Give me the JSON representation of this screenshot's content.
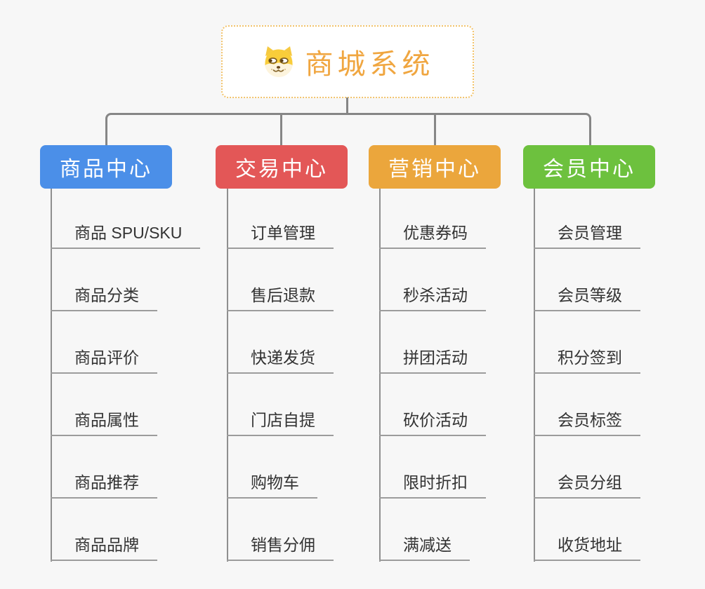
{
  "canvas": {
    "background": "#f7f7f7"
  },
  "root": {
    "title": "商城系统",
    "icon": "doge-icon",
    "text_color": "#f0a640",
    "border_color": "#f2c36b",
    "background": "#ffffff"
  },
  "connectors": {
    "color": "#868686",
    "leaf_line_color": "#9c9c9c"
  },
  "branches": [
    {
      "label": "商品中心",
      "color": "#4b8fe8",
      "items": [
        "商品 SPU/SKU",
        "商品分类",
        "商品评价",
        "商品属性",
        "商品推荐",
        "商品品牌"
      ]
    },
    {
      "label": "交易中心",
      "color": "#e35757",
      "items": [
        "订单管理",
        "售后退款",
        "快递发货",
        "门店自提",
        "购物车",
        "销售分佣"
      ]
    },
    {
      "label": "营销中心",
      "color": "#eba63c",
      "items": [
        "优惠券码",
        "秒杀活动",
        "拼团活动",
        "砍价活动",
        "限时折扣",
        "满减送"
      ]
    },
    {
      "label": "会员中心",
      "color": "#6dc13e",
      "items": [
        "会员管理",
        "会员等级",
        "积分签到",
        "会员标签",
        "会员分组",
        "收货地址"
      ]
    }
  ]
}
